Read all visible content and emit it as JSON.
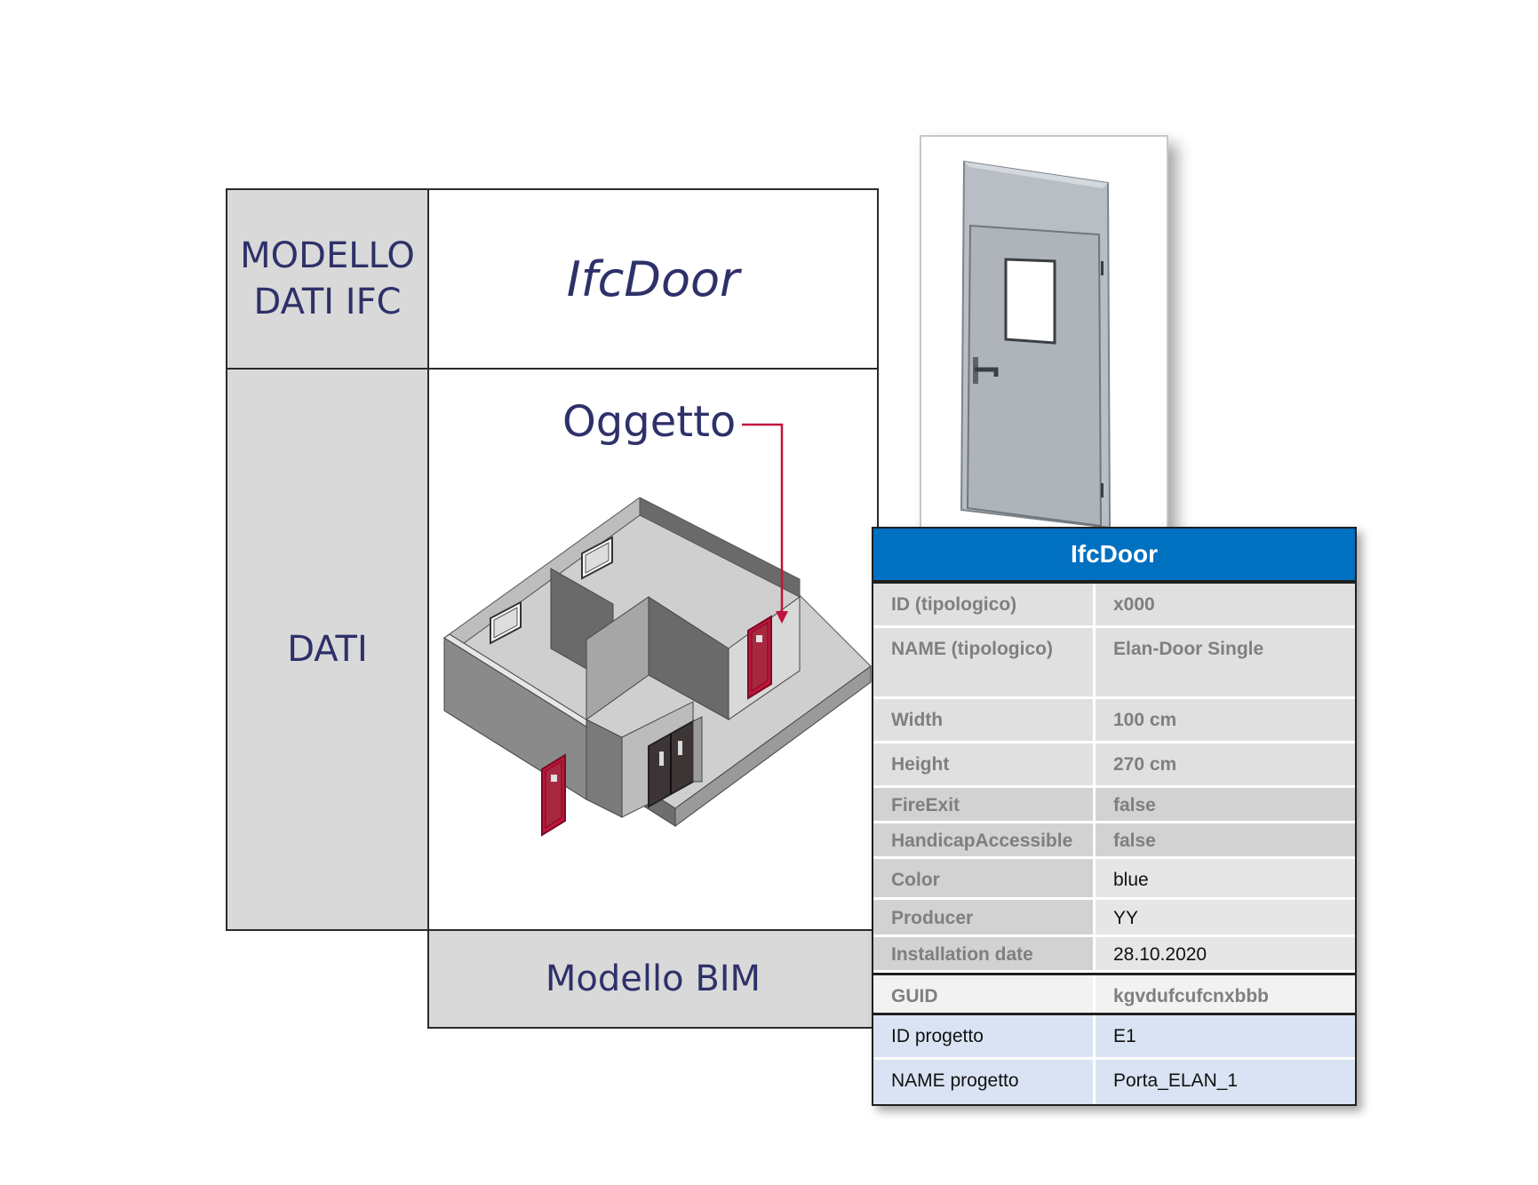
{
  "grid": {
    "modello_label": "MODELLO\nDATI IFC",
    "dati_label": "DATI",
    "ifcdoor_label": "IfcDoor",
    "oggetto_label": "Oggetto",
    "modello_bim_label": "Modello BIM"
  },
  "table": {
    "header": "IfcDoor",
    "rows": [
      {
        "key": "ID (tipologico)",
        "value": "x000"
      },
      {
        "key": "NAME (tipologico)",
        "value": "Elan-Door Single"
      },
      {
        "key": "Width",
        "value": "100 cm"
      },
      {
        "key": "Height",
        "value": "270 cm"
      },
      {
        "key": "FireExit",
        "value": "false"
      },
      {
        "key": "HandicapAccessible",
        "value": "false"
      },
      {
        "key": "Color",
        "value": "blue"
      },
      {
        "key": "Producer",
        "value": "YY"
      },
      {
        "key": "Installation date",
        "value": "28.10.2020"
      },
      {
        "key": "GUID",
        "value": "kgvdufcufcnxbbb"
      },
      {
        "key": "ID progetto",
        "value": "E1"
      },
      {
        "key": "NAME progetto",
        "value": "Porta_ELAN_1"
      }
    ]
  },
  "colors": {
    "header_blue": "#0070c0",
    "label_navy": "#2e3169",
    "highlight_red": "#c0143c",
    "project_row_blue": "#dae3f3"
  }
}
